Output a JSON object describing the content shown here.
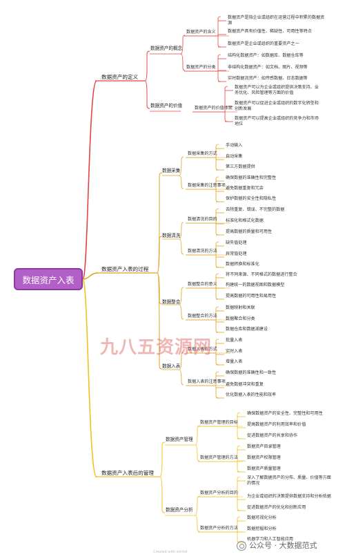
{
  "root": "数据资产入表",
  "watermark": "九八五资源网",
  "footer": {
    "icon": "wechat-icon",
    "text": "公众号 · 大数据范式"
  },
  "credit": "Created with xmind",
  "colors": {
    "root_fill": "#b35fc8",
    "branch1": "#e64040",
    "branch2": "#e0a020",
    "branch3": "#f0c020"
  },
  "tree": {
    "b1": "数据资产的定义",
    "b1_c1": "数据资产的概念",
    "b1_c1_g1": "数据资产的含义",
    "b1_c1_g1_l": [
      "数据资产是指企业或组织在运营过程中积累的数据资源",
      "数据资产具有价值性、稀缺性、可用性等特点",
      "数据资产是企业或组织的重要资产之一"
    ],
    "b1_c1_g2": "数据资产的分类",
    "b1_c1_g2_l": [
      "结构化数据资产：如数据库、数据仓库等",
      "非结构化数据资产：如文档、图片、视频等",
      "实时数据流资产：如传感数据、日志数据等"
    ],
    "b1_c2": "数据资产的价值",
    "b1_c2_g1": "数据资产的价值体现",
    "b1_c2_g1_l": [
      "数据资产可以为企业或组织提供决策支持、业务优化、风险管理等方面的价值",
      "数据资产可以促进企业或组织的数字化转型和创新发展",
      "数据资产可以提高企业或组织的竞争力和市场地位"
    ],
    "b2": "数据资产入表的过程",
    "b2_c1": "数据采集",
    "b2_c1_g1": "数据采集的方式",
    "b2_c1_g1_l": [
      "手动输入",
      "自动采集",
      "第三方数据提供"
    ],
    "b2_c1_g2": "数据采集的注意事项",
    "b2_c1_g2_l": [
      "确保数据的准确性和完整性",
      "避免数据重复和冗余",
      "保护数据的安全性和隐私性"
    ],
    "b2_c2": "数据清洗",
    "b2_c2_g1": "数据清洗的目的",
    "b2_c2_g1_l": [
      "去除重复、错误、不完整的数据",
      "标准化和格式化数据",
      "提高数据的质量和可用性"
    ],
    "b2_c2_g2": "数据清洗的方法",
    "b2_c2_g2_l": [
      "缺失值处理",
      "异常值处理",
      "数据转换和标准化"
    ],
    "b2_c3": "数据整合",
    "b2_c3_g1": "数据整合的意义",
    "b2_c3_g1_l": [
      "将不同来源、不同格式的数据进行整合",
      "构建统一的数据视图和数据模型",
      "提高数据的可用性和易用性"
    ],
    "b2_c3_g2": "数据整合的方法",
    "b2_c3_g2_l": [
      "数据映射和关联",
      "数据聚合和分类",
      "数据仓库和数据湖建设"
    ],
    "b2_c4": "数据入表",
    "b2_c4_g1": "数据入表的方式",
    "b2_c4_g1_l": [
      "批量入表",
      "实时入表",
      "增量入表"
    ],
    "b2_c4_g2": "数据入表的注意事项",
    "b2_c4_g2_l": [
      "确保数据的准确性和一致性",
      "避免数据冲突和重复",
      "优化数据入表的性能和效率"
    ],
    "b3": "数据资产入表后的管理",
    "b3_c1": "数据资产管理",
    "b3_c1_g1": "数据资产管理的目标",
    "b3_c1_g1_l": [
      "确保数据资产的安全性、完整性和可用性",
      "提高数据资产的利用效率和价值",
      "促进数据资产的共享和协作"
    ],
    "b3_c1_g2": "数据资产管理的方法",
    "b3_c1_g2_l": [
      "数据资产目录管理",
      "数据资产权限管理",
      "数据资产质量管理"
    ],
    "b3_c2": "数据资产分析",
    "b3_c2_g1": "数据资产分析的目的",
    "b3_c2_g1_l": [
      "深入了解数据资产的分布、质量、价值等方面的情况",
      "为企业或组织的决策提供数据支持和分析依据",
      "促进数据资产的优化和创新应用"
    ],
    "b3_c2_g2": "数据资产分析的方法",
    "b3_c2_g2_l": [
      "数据可视化分析",
      "数据挖掘和分析",
      "机器学习和人工智能应用"
    ]
  }
}
